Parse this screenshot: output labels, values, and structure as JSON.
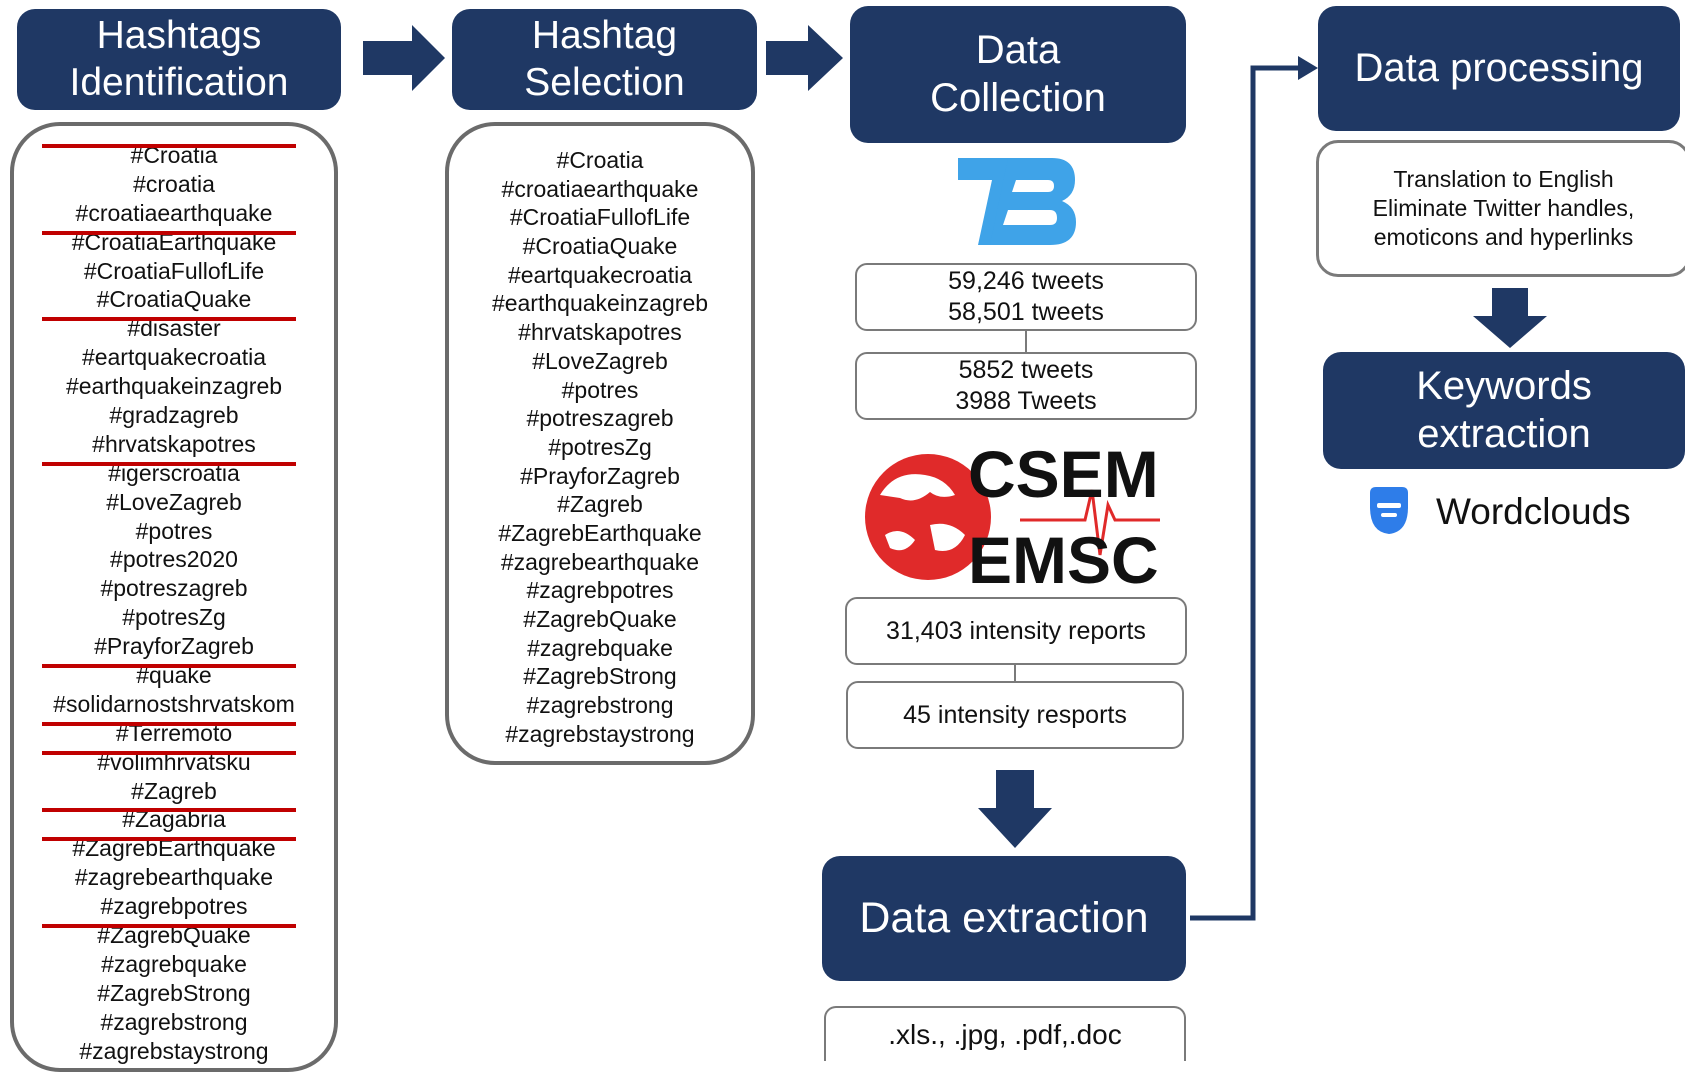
{
  "colors": {
    "header_bg": "#1f3864",
    "strike": "#c00000",
    "arrow": "#1f3864",
    "panel_border": "#6b6b6b"
  },
  "headers": {
    "identification": [
      "Hashtags",
      "Identification"
    ],
    "selection": [
      "Hashtag",
      "Selection"
    ],
    "collection": [
      "Data",
      "Collection"
    ],
    "processing": "Data processing",
    "extraction": "Data extraction",
    "keywords": [
      "Keywords",
      "extraction"
    ]
  },
  "identification_tags": [
    {
      "text": "#Croatia",
      "struck": true
    },
    {
      "text": "#croatia",
      "struck": false
    },
    {
      "text": "#croatiaearthquake",
      "struck": false
    },
    {
      "text": "#CroatiaEarthquake",
      "struck": true
    },
    {
      "text": "#CroatiaFullofLife",
      "struck": false
    },
    {
      "text": "#CroatiaQuake",
      "struck": false
    },
    {
      "text": "#disaster",
      "struck": true
    },
    {
      "text": "#eartquakecroatia",
      "struck": false
    },
    {
      "text": "#earthquakeinzagreb",
      "struck": false
    },
    {
      "text": "#gradzagreb",
      "struck": false
    },
    {
      "text": "#hrvatskapotres",
      "struck": false
    },
    {
      "text": "#igerscroatia",
      "struck": true
    },
    {
      "text": "#LoveZagreb",
      "struck": false
    },
    {
      "text": "#potres",
      "struck": false
    },
    {
      "text": "#potres2020",
      "struck": false
    },
    {
      "text": "#potreszagreb",
      "struck": false
    },
    {
      "text": "#potresZg",
      "struck": false
    },
    {
      "text": "#PrayforZagreb",
      "struck": false
    },
    {
      "text": "#quake",
      "struck": true
    },
    {
      "text": "#solidarnostshrvatskom",
      "struck": false
    },
    {
      "text": "#Terremoto",
      "struck": true
    },
    {
      "text": "#volimhrvatsku",
      "struck": true
    },
    {
      "text": "#Zagreb",
      "struck": false
    },
    {
      "text": "#Zagabria",
      "struck": true
    },
    {
      "text": "#ZagrebEarthquake",
      "struck": true
    },
    {
      "text": "#zagrebearthquake",
      "struck": false
    },
    {
      "text": "#zagrebpotres",
      "struck": false
    },
    {
      "text": "#ZagrebQuake",
      "struck": true
    },
    {
      "text": "#zagrebquake",
      "struck": false
    },
    {
      "text": "#ZagrebStrong",
      "struck": false
    },
    {
      "text": "#zagrebstrong",
      "struck": false
    },
    {
      "text": "#zagrebstaystrong",
      "struck": false
    }
  ],
  "selection_tags": [
    "#Croatia",
    "#croatiaearthquake",
    "#CroatiaFullofLife",
    "#CroatiaQuake",
    "#eartquakecroatia",
    "#earthquakeinzagreb",
    "#hrvatskapotres",
    "#LoveZagreb",
    "#potres",
    "#potreszagreb",
    "#potresZg",
    "#PrayforZagreb",
    "#Zagreb",
    "#ZagrebEarthquake",
    "#zagrebearthquake",
    "#zagrebpotres",
    "#ZagrebQuake",
    "#zagrebquake",
    "#ZagrebStrong",
    "#zagrebstrong",
    "#zagrebstaystrong"
  ],
  "logos": {
    "tb_icon": "tb-logo-icon",
    "csem_lines": [
      "CSEM",
      "EMSC"
    ],
    "wordclouds_icon": "wordclouds-icon"
  },
  "collection": {
    "tweets_box": [
      "59,246 tweets",
      "58,501 tweets"
    ],
    "tweets_filtered_box": [
      "5852 tweets",
      "3988 Tweets"
    ],
    "intensity_box_1": "31,403 intensity reports",
    "intensity_box_2": "45 intensity resports"
  },
  "extraction_formats": ".xls., .jpg, .pdf,.doc",
  "processing_steps": [
    "Translation to English",
    "Eliminate Twitter handles,",
    "emoticons and hyperlinks"
  ],
  "wordclouds_label": "Wordclouds"
}
